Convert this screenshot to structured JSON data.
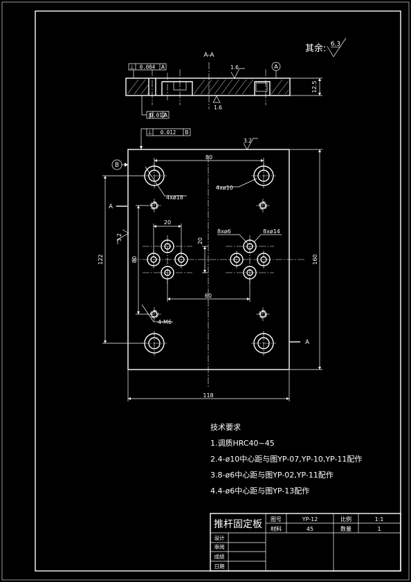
{
  "section": {
    "label": "A-A",
    "thickness": "12.5",
    "roughness_top": "1.6",
    "roughness_bottom": "1.6",
    "datum_marker": "A",
    "tol_top": {
      "symbol": "⊥",
      "value": "0.004",
      "datum": "A"
    },
    "tol_bottom": {
      "symbol": "∥",
      "value": "0.012",
      "datum": "A"
    }
  },
  "general_roughness": {
    "label": "其余:",
    "value": "6.3"
  },
  "plan": {
    "tol_frame": {
      "symbol": "⊥",
      "value": "0.012",
      "datum": "B"
    },
    "datum_b": "B",
    "roughness_top": "3.2",
    "roughness_left": "3.2",
    "section_mark_left": "A",
    "section_mark_right": "A",
    "dims": {
      "top_80": "80",
      "right_160": "160",
      "bottom_118": "118",
      "left_122": "122",
      "left_80": "80",
      "dim_20_h": "20",
      "dim_20_v": "20",
      "dim_60": "60"
    },
    "callouts": {
      "holes_18": "4xø18",
      "holes_10": "4xø10",
      "holes_6": "8xø6",
      "holes_14": "8xø14",
      "threads_m6": "4-M6"
    }
  },
  "requirements": {
    "heading": "技术要求",
    "items": [
      "1.调质HRC40~45",
      "2.4-ø10中心距与图YP-07,YP-10,YP-11配作",
      "3.8-ø6中心距与图YP-02,YP-11配作",
      "4.4-ø6中心距与图YP-13配作"
    ]
  },
  "title_block": {
    "part_name": "推杆固定板",
    "drawing_no_label": "图号",
    "drawing_no": "YP-12",
    "scale_label": "比例",
    "scale": "1:1",
    "material_label": "材料",
    "material": "45",
    "quantity_label": "数量",
    "quantity": "1",
    "designer_label": "设计",
    "reviewer_label": "审阅",
    "grade_label": "成绩",
    "date_label": "日期"
  }
}
